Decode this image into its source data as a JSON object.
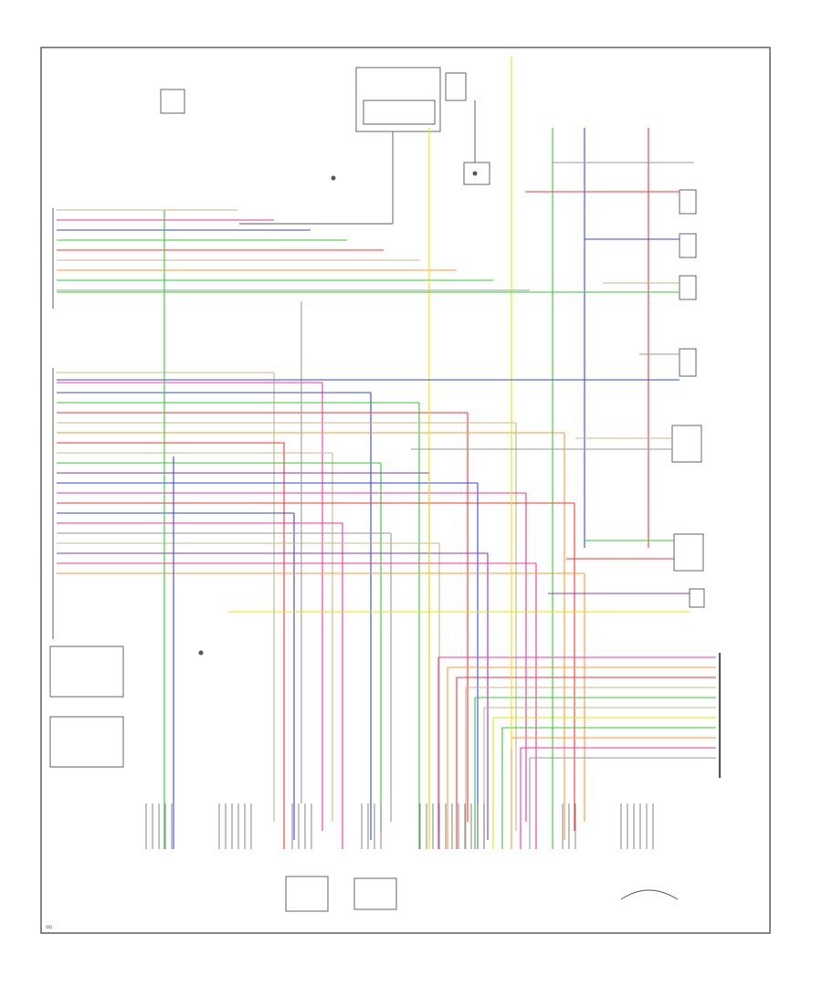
{
  "colors": {
    "border": "#555555",
    "ground": "#555555",
    "green": "#33cc33",
    "red": "#ff3333",
    "pink": "#ff3399",
    "blue": "#3344ff",
    "yellow": "#e6e600",
    "orange": "#ff9933",
    "purple": "#8833cc",
    "tan": "#c8b48c",
    "gray": "#999999",
    "ltgreen": "#99ee66"
  },
  "wire_colors_left": [
    "tan",
    "pink",
    "blue",
    "green",
    "red",
    "tan",
    "orange",
    "red",
    "tan",
    "green",
    "purple",
    "blue",
    "pink",
    "red",
    "blue",
    "pink",
    "gray",
    "tan",
    "purple",
    "pink",
    "orange"
  ],
  "wire_colors_right": [
    "pink",
    "orange",
    "red",
    "tan",
    "green",
    "tan",
    "yellow",
    "green",
    "orange",
    "pink",
    "gray"
  ],
  "footer_code": "WD"
}
